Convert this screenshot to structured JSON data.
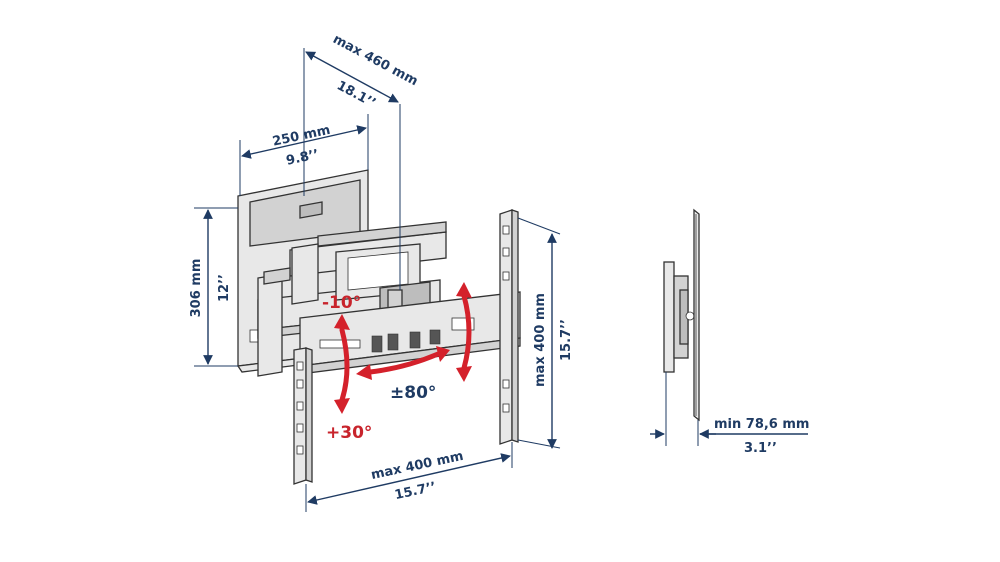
{
  "dimensions": {
    "max_depth_mm": "max 460 mm",
    "max_depth_in": "18.1’’",
    "wall_plate_width_mm": "250 mm",
    "wall_plate_width_in": "9.8’’",
    "wall_plate_height_mm": "306 mm",
    "wall_plate_height_in": "12’’",
    "vesa_vertical_mm": "max 400 mm",
    "vesa_vertical_in": "15.7’’",
    "vesa_horizontal_mm": "max 400 mm",
    "vesa_horizontal_in": "15.7’’",
    "min_depth_mm": "min 78,6 mm",
    "min_depth_in": "3.1’’"
  },
  "angles": {
    "tilt_up": "-10°",
    "tilt_down": "+30°",
    "swivel": "±80°"
  },
  "colors": {
    "dimension_blue": "#1f3b63",
    "angle_red": "#d4212b"
  }
}
